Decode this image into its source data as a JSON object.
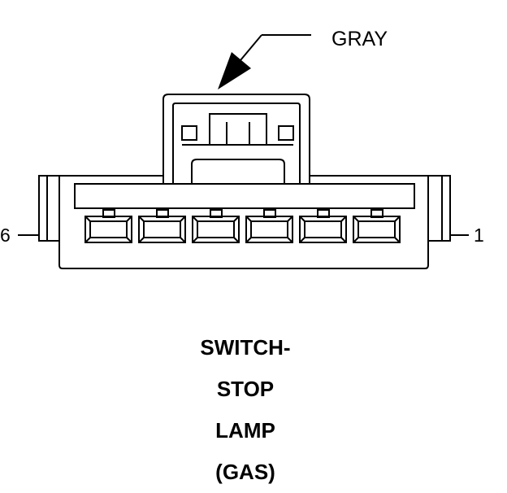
{
  "wire_color_label": "GRAY",
  "pins": {
    "left": "6",
    "right": "1"
  },
  "caption_lines": [
    "SWITCH-",
    "STOP",
    "LAMP",
    "(GAS)"
  ],
  "terminal_count": 6,
  "colors": {
    "line": "#000000",
    "background": "#ffffff"
  }
}
